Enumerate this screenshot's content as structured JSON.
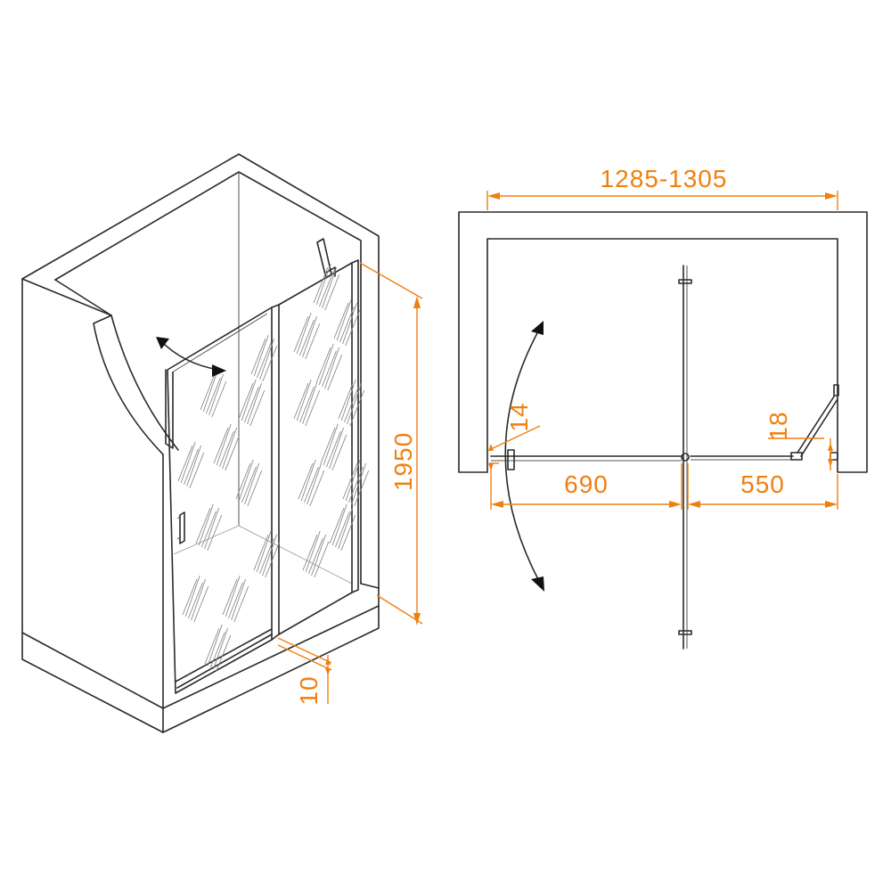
{
  "dimensions": {
    "width_range": "1285-1305",
    "height": "1950",
    "bottom_gap": "10",
    "door_width": "690",
    "fixed_width": "550",
    "left_gap": "14",
    "right_gap": "18"
  },
  "colors": {
    "dimension": "#f07f10",
    "line": "#2a2a2a"
  }
}
